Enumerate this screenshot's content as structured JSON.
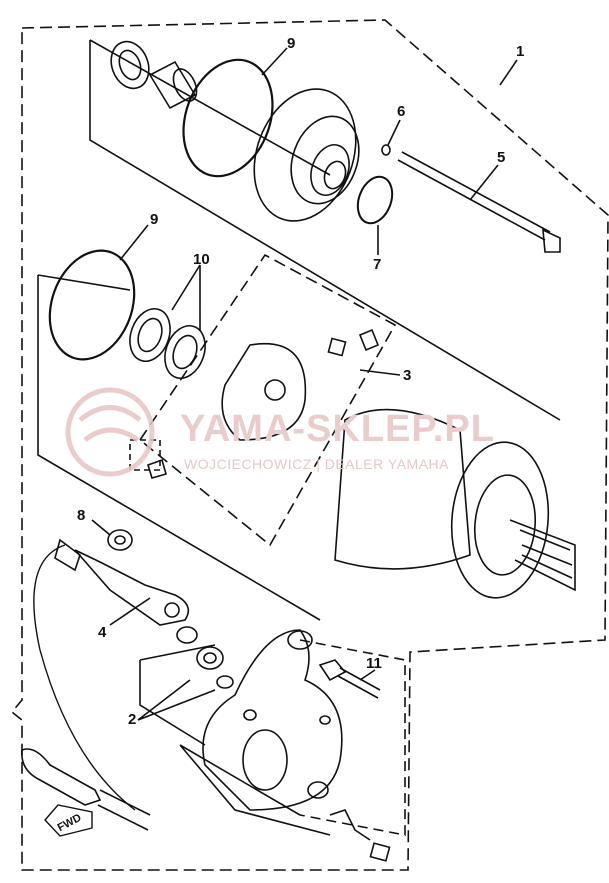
{
  "diagram": {
    "callouts": {
      "c1": "1",
      "c2": "2",
      "c3": "3",
      "c4": "4",
      "c5": "5",
      "c6": "6",
      "c7": "7",
      "c8": "8",
      "c9a": "9",
      "c9b": "9",
      "c10": "10",
      "c11": "11"
    },
    "direction_arrow_label": "FWD"
  },
  "watermark": {
    "title": "YAMA-SKLEP.PL",
    "subtitle": "WOJCIECHOWICZ | DEALER YAMAHA",
    "color": "#e8c4c4"
  },
  "colors": {
    "line": "#111111",
    "background": "#ffffff"
  }
}
